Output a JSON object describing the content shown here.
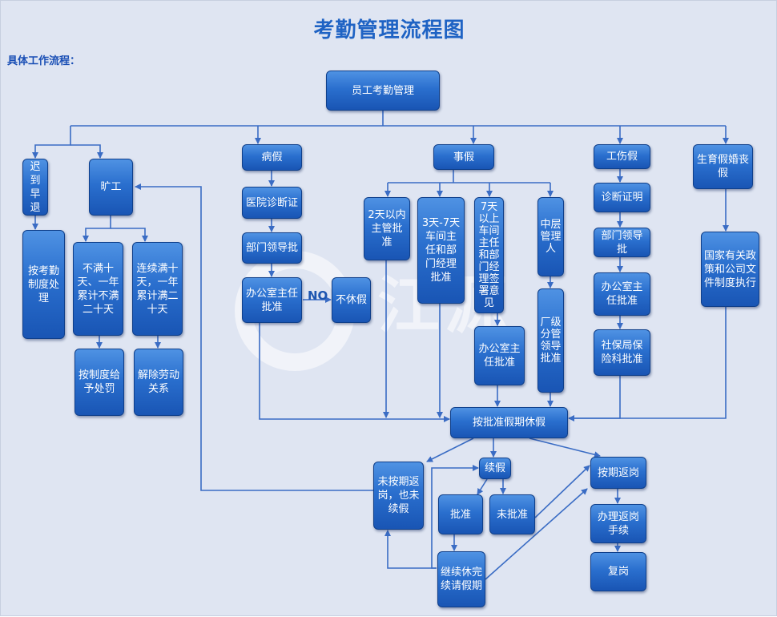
{
  "title": "考勤管理流程图",
  "subtitle": "具体工作流程：",
  "watermark": "江源",
  "decision_label": "NO",
  "colors": {
    "background": "#dfe5f2",
    "box_fill": "#2a6fce",
    "connector": "#3a6cc4",
    "title": "#1f63c4"
  },
  "nodes": {
    "root": "员工考勤管理",
    "late": "迟到早退",
    "late_handle": "按考勤制度处理",
    "absent": "旷工",
    "absent_a": "不满十天、一年累计不满二十天",
    "absent_b": "连续满十天，一年累计满二十天",
    "absent_a_result": "按制度给予处罚",
    "absent_b_result": "解除劳动关系",
    "sick": "病假",
    "sick_cert": "医院诊断证",
    "sick_dept": "部门领导批",
    "sick_office": "办公室主任批准",
    "no_leave": "不休假",
    "personal": "事假",
    "p_2days": "2天以内主管批准",
    "p_3to7": "3天-7天车间主任和部门经理批准",
    "p_7plus": "7天以上车间主任和部门经理签署意见",
    "p_mid": "中层管理人",
    "p_office": "办公室主任批准",
    "p_factory": "厂级分管领导批准",
    "injury": "工伤假",
    "inj_cert": "诊断证明",
    "inj_dept": "部门领导批",
    "inj_office": "办公室主任批准",
    "inj_social": "社保局保险科批准",
    "maternity": "生育假婚丧假",
    "mat_policy": "国家有关政策和公司文件制度执行",
    "approved_leave": "按批准假期休假",
    "extend": "续假",
    "not_return": "未按期返岗，也未续假",
    "on_time": "按期返岗",
    "approve": "批准",
    "not_approve": "未批准",
    "continue": "继续休完续请假期",
    "return_proc": "办理返岗手续",
    "resume": "复岗"
  }
}
